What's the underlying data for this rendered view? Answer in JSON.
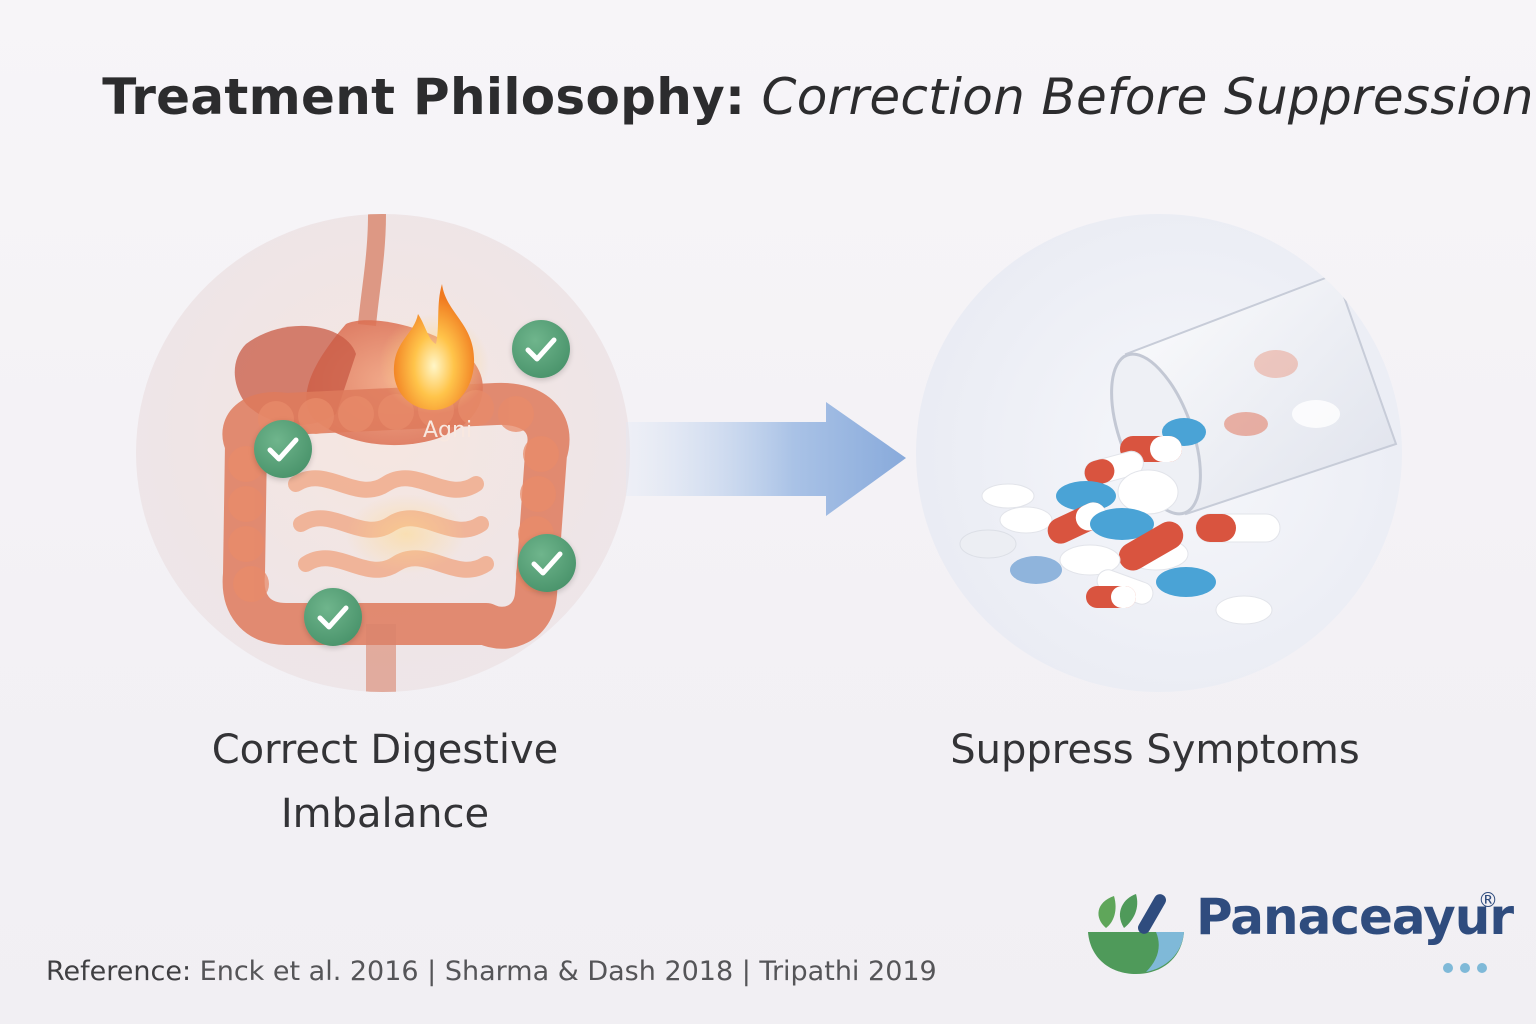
{
  "title": {
    "bold_part": "Treatment Philosophy:",
    "italic_part": "Correction Before Suppression"
  },
  "left_panel": {
    "organ_label": "Agni",
    "caption_line1": "Correct Digestive",
    "caption_line2": "Imbalance",
    "check_icon_count": 4
  },
  "right_panel": {
    "caption": "Suppress Symptoms"
  },
  "reference": {
    "label": "Reference:",
    "text": "Enck et al. 2016 | Sharma & Dash 2018 | Tripathi 2019"
  },
  "brand": {
    "name": "Panaceayur",
    "registered_mark": "®"
  },
  "colors": {
    "title_text": "#2c2c2e",
    "check_green": "#3f8a62",
    "arrow_blue": "#8fb0dd",
    "brand_blue": "#2f4c7e",
    "brand_green": "#4f9a5a",
    "pill_red": "#d9543f",
    "pill_blue": "#4aa3d6"
  },
  "icons": {
    "check": "check-circle-icon",
    "arrow": "right-arrow-icon",
    "flame": "flame-icon",
    "logo": "mortar-pestle-leaf-icon"
  }
}
